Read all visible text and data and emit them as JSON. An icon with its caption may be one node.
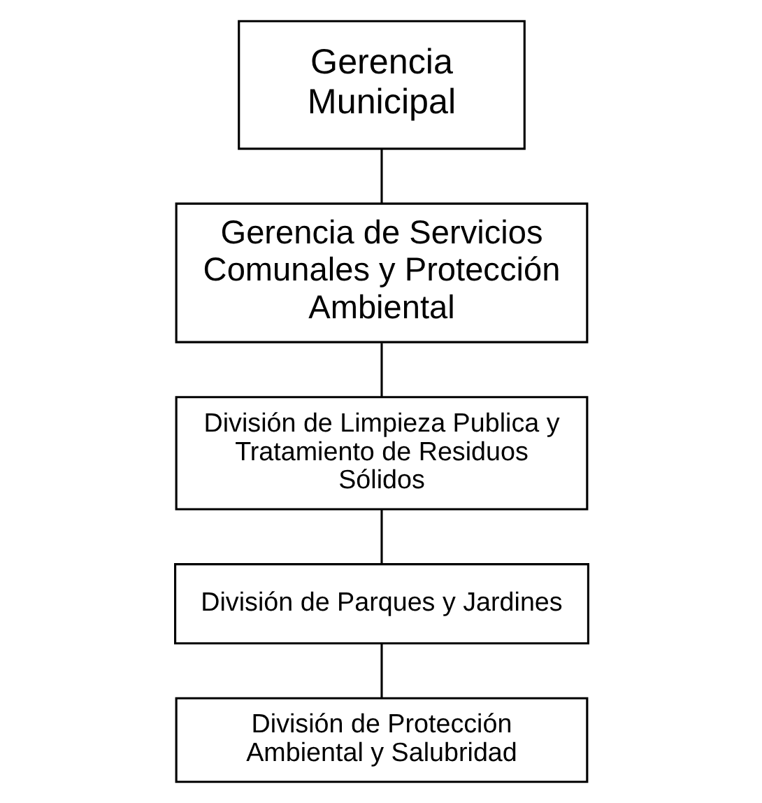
{
  "diagram": {
    "nodes": [
      {
        "text": [
          "Gerencia Municipal"
        ]
      },
      {
        "text": [
          "Gerencia de Servicios Comunales y Protección Ambiental"
        ]
      },
      {
        "text": [
          "División de Limpieza Publica y Tratamiento de Residuos Sólidos"
        ]
      },
      {
        "text": [
          "División de Parques y Jardines"
        ]
      },
      {
        "text": [
          "División de Protección Ambiental y Salubridad"
        ]
      }
    ],
    "edges": [
      {
        "from": 0,
        "to": 1,
        "arrow": "none"
      },
      {
        "from": 1,
        "to": 2,
        "arrow": "none"
      },
      {
        "from": 2,
        "to": 3,
        "arrow": "none"
      },
      {
        "from": 3,
        "to": 4,
        "arrow": "none"
      }
    ]
  }
}
